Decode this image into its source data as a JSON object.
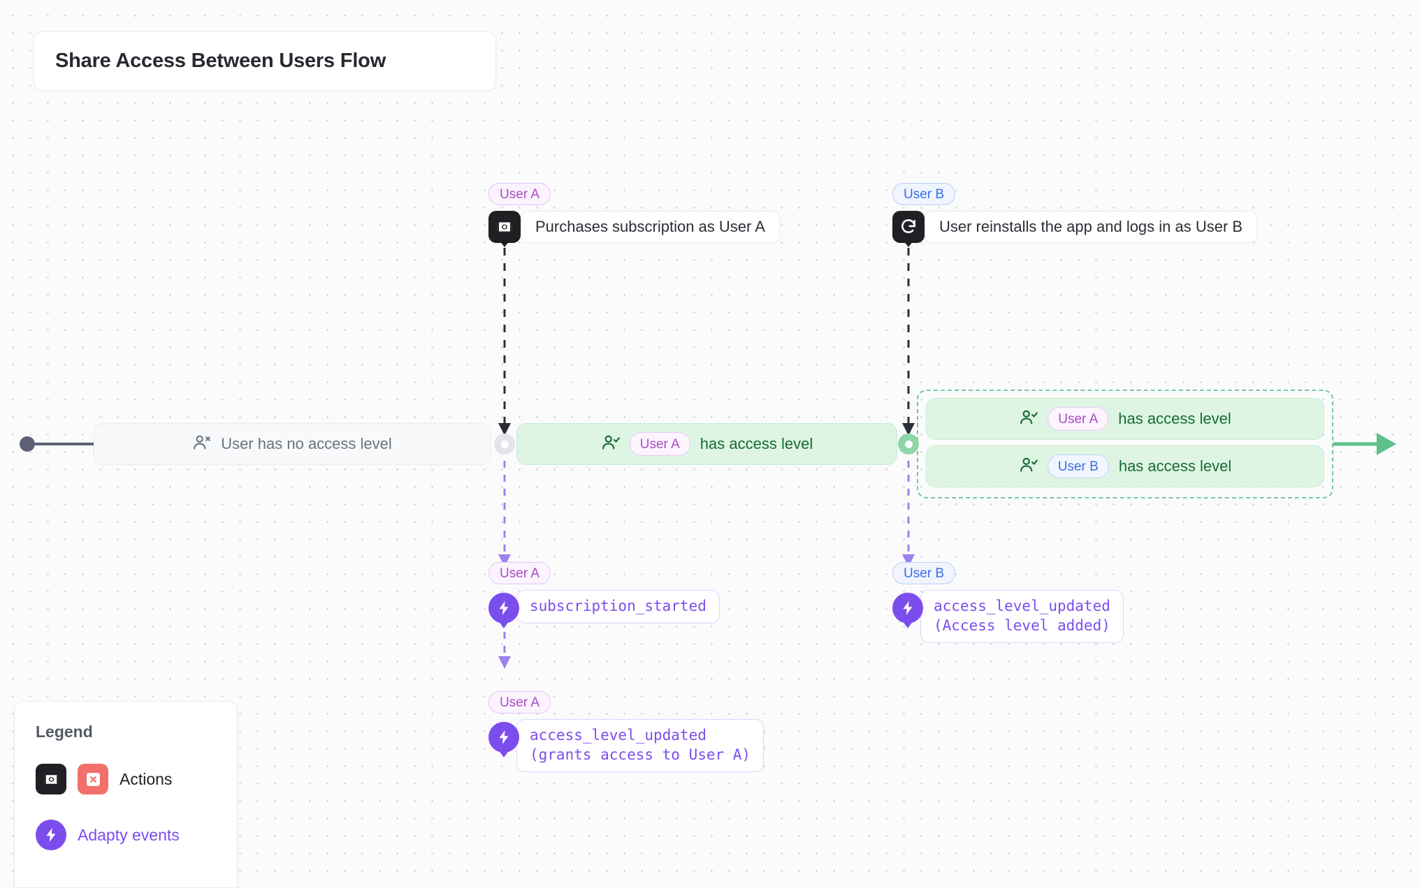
{
  "flow": {
    "title": "Share Access Between Users Flow"
  },
  "colors": {
    "canvas_bg": "#fbfbfc",
    "grid_dot": "#d3d4da",
    "user_a_accent": "#a64dc4",
    "user_b_accent": "#3b6ee4",
    "granted_green_bg": "#dff5e3",
    "granted_green_text": "#156b32",
    "event_violet": "#7c4ded",
    "action_dark": "#1f2024",
    "action_red": "#f1706b",
    "neutral_gray_text": "#6b7280"
  },
  "actions": [
    {
      "id": "purchase",
      "owner": "User A",
      "owner_type": "user-a",
      "icon": "banknote-icon",
      "label": "Purchases subscription as User A"
    },
    {
      "id": "reinstall",
      "owner": "User B",
      "owner_type": "user-b",
      "icon": "refresh-cw-icon",
      "label": "User reinstalls the app and logs in as User B"
    }
  ],
  "states": [
    {
      "id": "no-access",
      "icon": "user-x-icon",
      "pill": "",
      "text": "User has no access level",
      "variant": "neutral"
    },
    {
      "id": "a-has-access",
      "icon": "user-check-icon",
      "pill": "User A",
      "pill_type": "user-a",
      "text": "has access level",
      "variant": "granted"
    },
    {
      "id": "a-has-access-grouped",
      "icon": "user-check-icon",
      "pill": "User A",
      "pill_type": "user-a",
      "text": "has access level",
      "variant": "granted"
    },
    {
      "id": "b-has-access-grouped",
      "icon": "user-check-icon",
      "pill": "User B",
      "pill_type": "user-b",
      "text": "has access level",
      "variant": "granted"
    }
  ],
  "events": [
    {
      "id": "subscription-started",
      "owner": "User A",
      "owner_type": "user-a",
      "icon": "bolt-icon",
      "name": "subscription_started"
    },
    {
      "id": "access-level-updated-b",
      "owner": "User B",
      "owner_type": "user-b",
      "icon": "bolt-icon",
      "name": "access_level_updated\n(Access level added)"
    },
    {
      "id": "access-level-updated-a",
      "owner": "User A",
      "owner_type": "user-a",
      "icon": "bolt-icon",
      "name": "access_level_updated\n(grants access to User A)"
    }
  ],
  "legend": {
    "title": "Legend",
    "rows": [
      {
        "id": "actions",
        "icons": [
          "banknote-icon",
          "x-square-icon"
        ],
        "label": "Actions"
      },
      {
        "id": "adapty-events",
        "icons": [
          "bolt-icon"
        ],
        "label": "Adapty events"
      }
    ]
  }
}
